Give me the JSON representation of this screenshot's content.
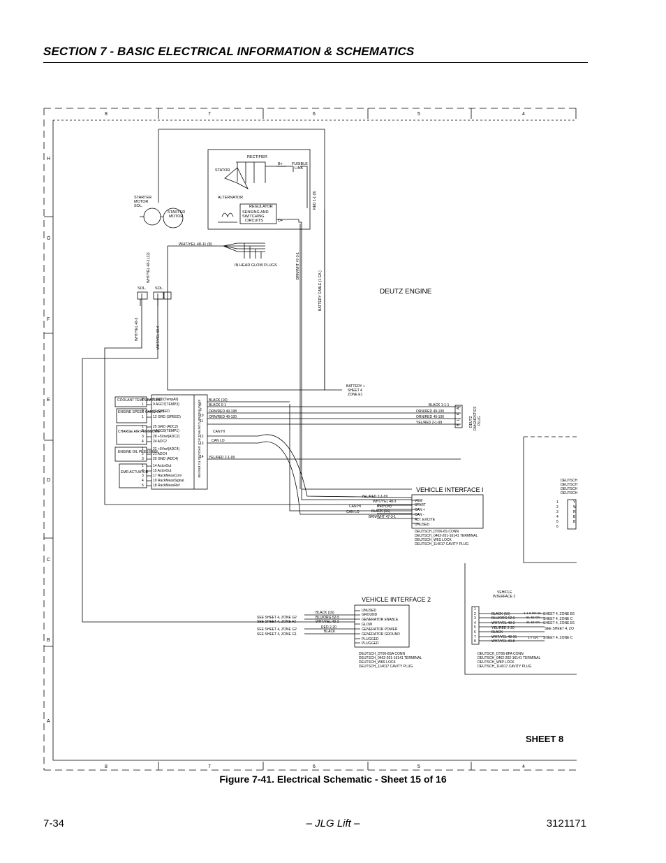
{
  "header": {
    "title": "SECTION 7 - BASIC ELECTRICAL INFORMATION & SCHEMATICS"
  },
  "schematic": {
    "grid_cols": [
      "8",
      "7",
      "6",
      "5",
      "4"
    ],
    "grid_rows": [
      "H",
      "G",
      "F",
      "E",
      "D",
      "C",
      "B",
      "A"
    ],
    "alternator": {
      "rectifier": "RECTIFIER",
      "stator": "STATOR",
      "alternator": "ALTERNATOR",
      "regulator": "REGULATOR",
      "sensing_1": "SENSING AND",
      "sensing_2": "SWITCHING",
      "sensing_3": "CIRCUITS",
      "b_plus": "B+",
      "d_plus": "D+",
      "fusible_1": "FUSIBLE",
      "fusible_2": "LINK"
    },
    "starter": {
      "sol_1": "STARTER",
      "sol_2": "MOTOR",
      "sol_3": "SOL.",
      "motor_1": "STARTER",
      "motor_2": "MOTOR",
      "sol_a": "SOL.",
      "sol_b": "SOL."
    },
    "glow": {
      "wire": "WHT/YEL 48-11 (8)",
      "label": "IN HEAD GLOW PLUGS"
    },
    "wires": {
      "red": "RED 1-1 (8)",
      "brnwht": "BRN/WHT 47-3-1",
      "battery_cable": "BATTERY CABLE (1 GA.)",
      "whtyel_122": "WHT/YEL 48-1 (12)",
      "whtyel_483": "WHT/YEL 48-3",
      "whtyel_484": "WHT/YEL 48-4"
    },
    "engine_title": "DEUTZ ENGINE",
    "battery_note": [
      "BATTERY +",
      "SHEET 4",
      "ZONE E1"
    ],
    "sensors": [
      "COOLANT TEMPERATURE",
      "ENGINE SPEED CAMSHAFT",
      "CHARGE AIR PRESSURE",
      "ENGINE OIL PRESSURE",
      "EMR ACTUATOR"
    ],
    "sensor_pins": [
      "2",
      "1",
      "2",
      "1",
      "1",
      "2",
      "3",
      "4",
      "1",
      "2",
      "3",
      "1",
      "2",
      "3",
      "4",
      "5"
    ],
    "ecu_pins": [
      "8  GRD(TempAll)",
      "9  AGO7(TEMP3)",
      "13  SPEED",
      "12  GRD (SPEED)",
      "25  GRD (ADC2)",
      "4  AGO9(TEMP1)",
      "28  +5Vref(ADC2)",
      "24  ADC2",
      "22  +5Vref(ADC4)",
      "21  ADC4",
      "20  GND (ADC4)",
      "14  ActorOut",
      "15  ActorOut",
      "17  RackMeasCom",
      "19  RackMeasSignal",
      "18  RackMeasRef"
    ],
    "ecu_label": "EMR2 ENGINE CONTROL ECU GROUND TO ENGINE",
    "ecu_right_pins": [
      "1",
      "2",
      "10",
      "11",
      "12",
      "13",
      "14"
    ],
    "main_wires": {
      "black16": "BLACK (16)",
      "black01": "BLACK 0-1",
      "orn198": "ORN/RED 49-198",
      "orn100": "ORN/RED 49-100",
      "canhi": "CAN HI",
      "canlo": "CAN LO",
      "yel199": "YEL/RED 2-1-99",
      "black11": "BLACK 1-1-1",
      "orn199": "ORN/RED 49-199",
      "orn1100": "ORN/RED 49-100",
      "yel2199": "YEL/RED 2-1-99"
    },
    "diag_plug": {
      "pins": [
        "A",
        "K",
        "L",
        "B"
      ],
      "label_1": "DEUTZ",
      "label_2": "DIAGNOSTICS",
      "label_3": "PLUG"
    },
    "vi1": {
      "title": "VEHICLE INTERFACE I",
      "pins": [
        "VSW",
        "START",
        "CAN +",
        "CAN -",
        "ALT. EXCITE",
        "UNUSED"
      ],
      "wires": [
        "YEL/RED 2-1-99",
        "WHT/YEL 48-3",
        "RED (16)",
        "BLACK (16)",
        "BRN/WHT 47-3-1"
      ],
      "canhi": "CAN HI",
      "canlo": "CAN LO",
      "part_lines": [
        "DEUTSCH_DT06-6S CONN",
        "DEUTSCH_0462-201-16141 TERMINAL",
        "DEUTSCH_W6S LOCK",
        "DEUTSCH_114017 CAVITY PLUG"
      ]
    },
    "vi2": {
      "title": "VEHICLE INTERFACE 2",
      "pins": [
        "UNUSED",
        "GROUND",
        "GENERATOR ENABLE",
        "GLOW",
        "GENERATOR POWER",
        "GENERATOR GROUND",
        "PLUGGED",
        "PLUGGED"
      ],
      "wires": [
        "BLACK (16)",
        "BLU/ORG 52-5",
        "WHT/YEL 48-3",
        "RED 2-20",
        "BLACK"
      ],
      "refs": [
        "SEE SHEET 4, ZONE G2",
        "SEE SHEET 4, ZONE F2",
        "SEE SHEET 4, ZONE G2",
        "SEE SHEET 4, ZONE G1"
      ],
      "part_lines": [
        "DEUTSCH_DT06-8SA CONN",
        "DEUTSCH_0462-201-16141 TERMINAL",
        "DEUTSCH_W8S LOCK",
        "DEUTSCH_114017 CAVITY PLUG"
      ]
    },
    "right_top": {
      "labels": [
        "DEUTSCH",
        "DEUTSCH",
        "DEUTSCH",
        "DEUTSCH"
      ],
      "pins": [
        "1",
        "2",
        "3",
        "4",
        "5",
        "6"
      ],
      "codes": [
        "Y",
        "W",
        "R",
        "B",
        "B"
      ]
    },
    "right_bottom": {
      "title_1": "VEHICLE",
      "title_2": "INTERFACE 2",
      "pins": [
        "1",
        "2",
        "3",
        "4",
        "5",
        "6",
        "7",
        "8"
      ],
      "wires": [
        "BLACK (16)",
        "BLU/ORG 52-5",
        "WHT/YEL 48-3",
        "YEL/RED 2-20",
        "BLACK",
        "WHT/YEL 48-15",
        "WHT/YEL 49-8"
      ],
      "mids": [
        "1-1-9 GN 16",
        "51-52 GN",
        "21-52 GN",
        "1-7 GN"
      ],
      "refs": [
        "SHEET 4, ZONE E6",
        "SHEET 4, ZONE C",
        "SHEET 4, ZONE E6",
        "SEE SHEET 4, ZO",
        "SHEET 4, ZONE C"
      ],
      "part_lines": [
        "DEUTSCH_DT06-8PA CONN",
        "DEUTSCH_0462-202-16141 TERMINAL",
        "DEUTSCH_W8P LOCK",
        "DEUTSCH_114017 CAVITY PLUG"
      ]
    },
    "sheet_label": "SHEET 8"
  },
  "caption": "Figure 7-41.  Electrical Schematic - Sheet 15 of 16",
  "footer": {
    "page": "7-34",
    "center": "– JLG Lift –",
    "doc": "3121171"
  }
}
